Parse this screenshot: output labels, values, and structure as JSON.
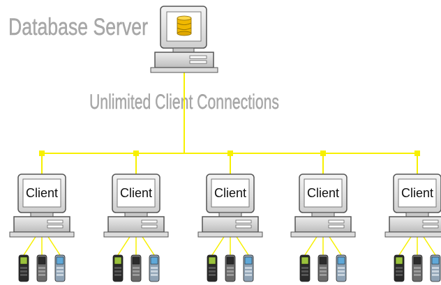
{
  "title": "Database Server",
  "connections_label": "Unlimited Client Connections",
  "client_label": "Client",
  "client_count": 5,
  "devices_per_client": 3,
  "icons": {
    "server": "computer-with-database-icon",
    "client": "computer-icon",
    "device": "handheld-terminal-icon"
  },
  "colors": {
    "network": "#f7f000",
    "label_gray": "#a8a8a8",
    "database": "#f0b800"
  }
}
